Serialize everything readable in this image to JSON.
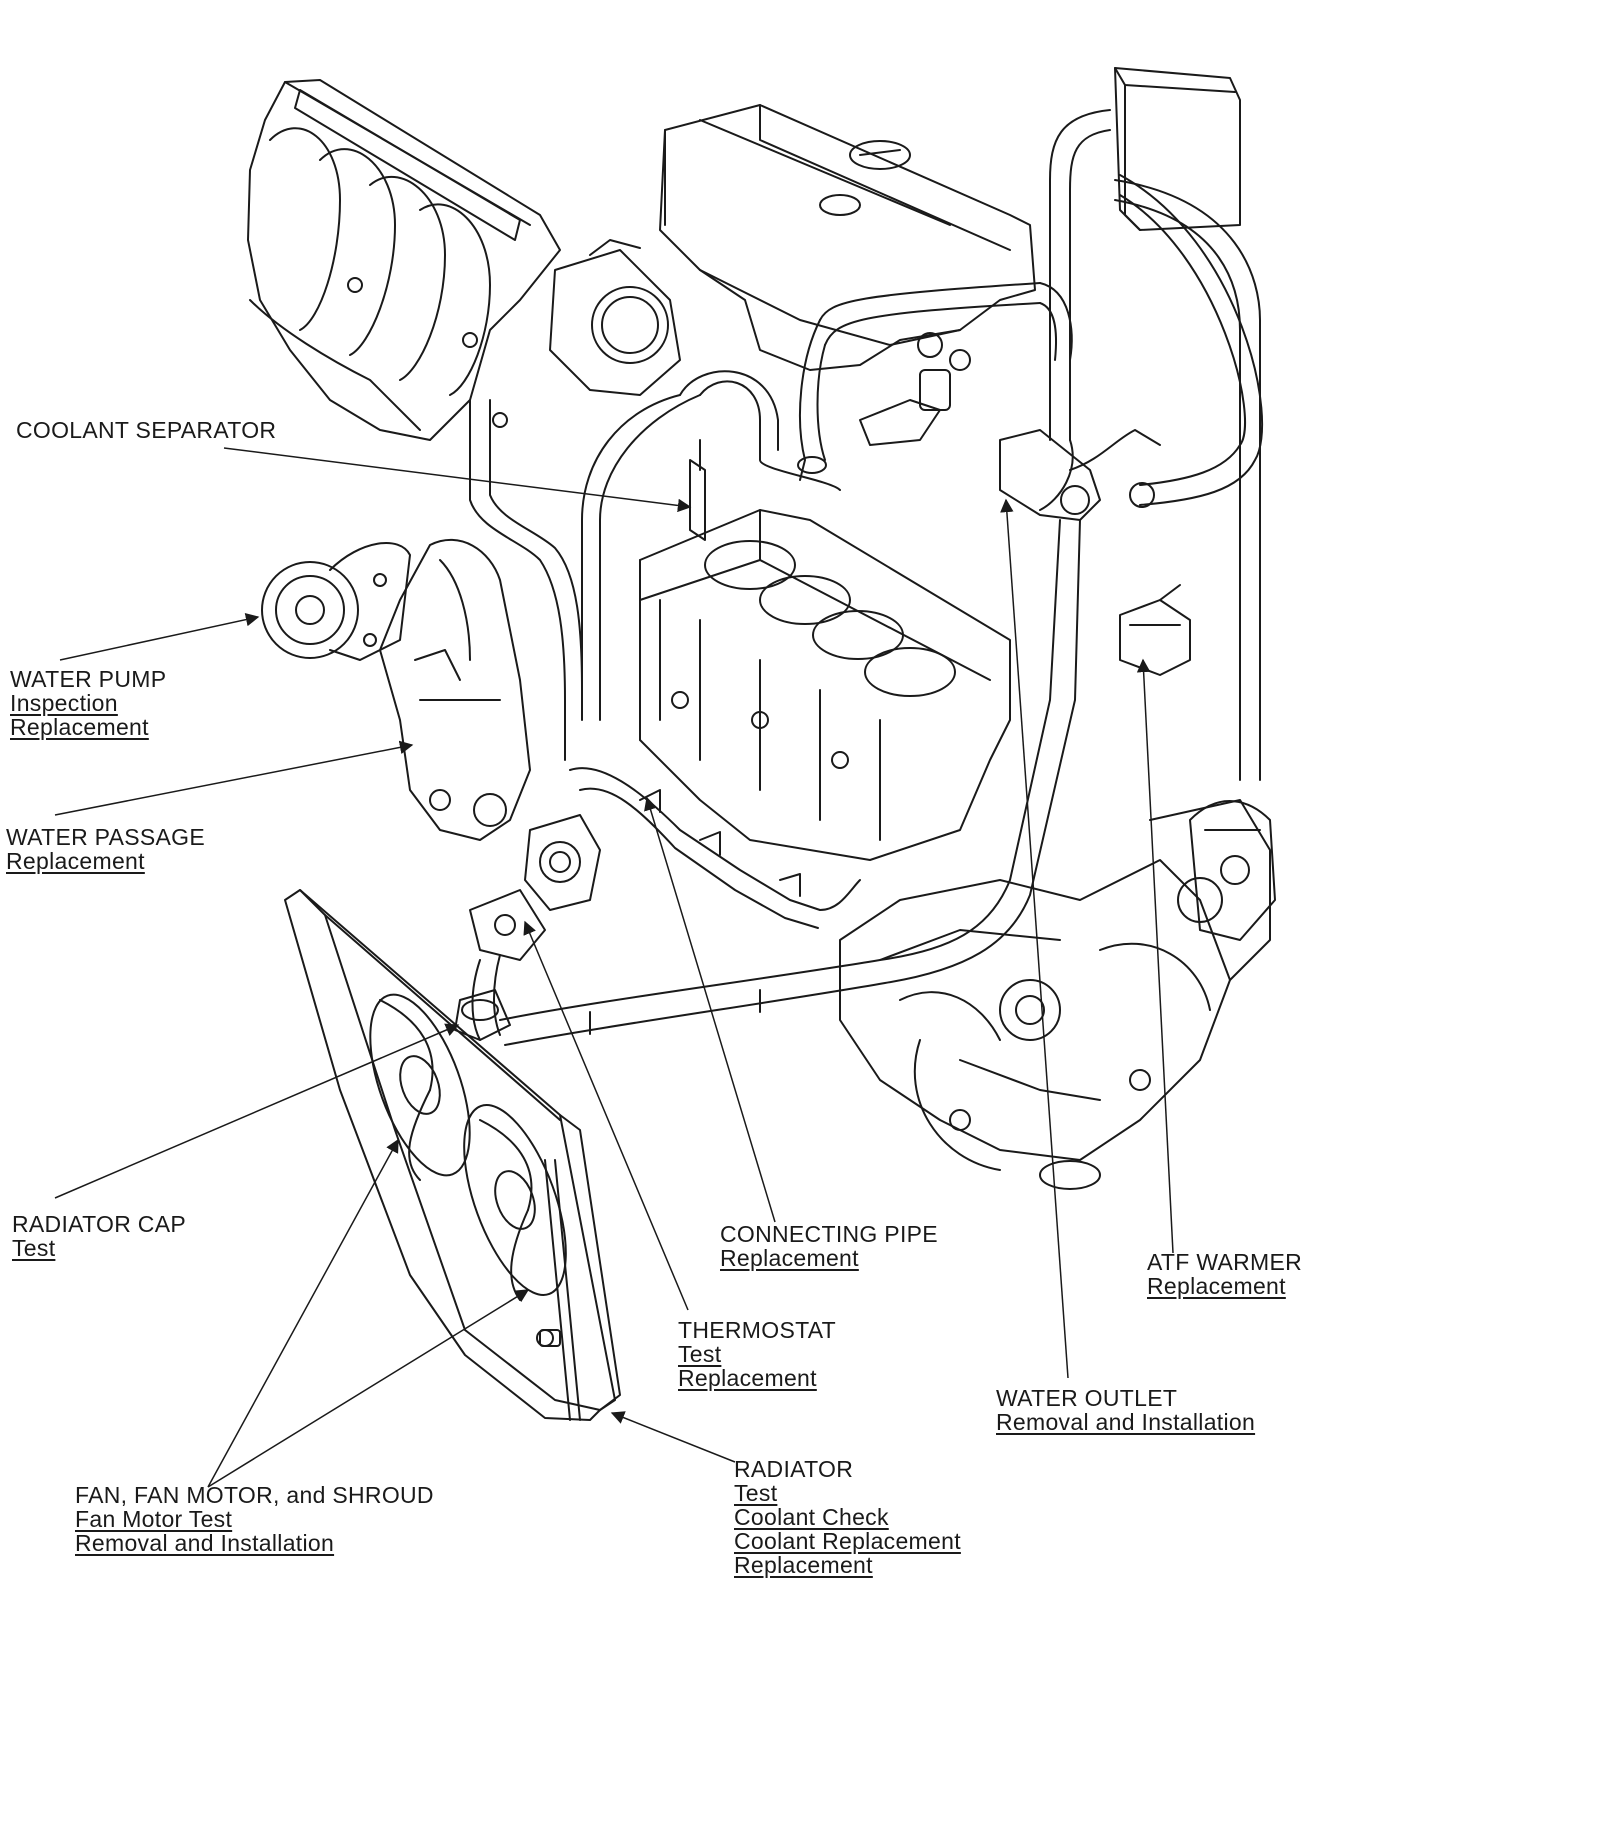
{
  "labels": {
    "coolant_separator": {
      "title": "COOLANT SEPARATOR"
    },
    "water_pump": {
      "title": "WATER PUMP",
      "links": [
        "Inspection",
        "Replacement"
      ]
    },
    "water_passage": {
      "title": "WATER PASSAGE",
      "links": [
        "Replacement"
      ]
    },
    "radiator_cap": {
      "title": "RADIATOR CAP",
      "links": [
        "Test"
      ]
    },
    "connecting_pipe": {
      "title": "CONNECTING PIPE",
      "links": [
        "Replacement"
      ]
    },
    "atf_warmer": {
      "title": "ATF WARMER",
      "links": [
        "Replacement"
      ]
    },
    "thermostat": {
      "title": "THERMOSTAT",
      "links": [
        "Test",
        "Replacement"
      ]
    },
    "water_outlet": {
      "title": "WATER OUTLET",
      "links": [
        "Removal and Installation"
      ]
    },
    "fan": {
      "title": "FAN, FAN MOTOR, and SHROUD",
      "links": [
        "Fan Motor Test",
        "Removal and Installation"
      ]
    },
    "radiator": {
      "title": "RADIATOR",
      "links": [
        "Test",
        "Coolant Check",
        "Coolant Replacement",
        "Replacement"
      ]
    }
  }
}
